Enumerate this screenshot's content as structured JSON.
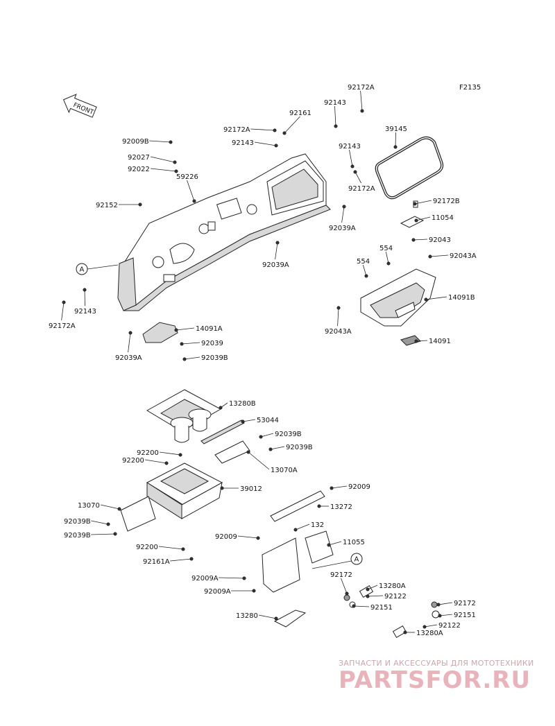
{
  "figure_code": "F2135",
  "front_label": "FRONT",
  "callouts": [
    {
      "id": "c1",
      "text": "92172A"
    },
    {
      "id": "c2",
      "text": "92143"
    },
    {
      "id": "c3",
      "text": "92161"
    },
    {
      "id": "c4",
      "text": "92172A"
    },
    {
      "id": "c5",
      "text": "92143"
    },
    {
      "id": "c6",
      "text": "39145"
    },
    {
      "id": "c7",
      "text": "92009B"
    },
    {
      "id": "c8",
      "text": "92027"
    },
    {
      "id": "c9",
      "text": "92022"
    },
    {
      "id": "c10",
      "text": "59226"
    },
    {
      "id": "c11",
      "text": "92143"
    },
    {
      "id": "c12",
      "text": "92172A"
    },
    {
      "id": "c13",
      "text": "92152"
    },
    {
      "id": "c14",
      "text": "92172B"
    },
    {
      "id": "c15",
      "text": "11054"
    },
    {
      "id": "c16",
      "text": "92039A"
    },
    {
      "id": "c17",
      "text": "92043"
    },
    {
      "id": "c18",
      "text": "554"
    },
    {
      "id": "c19",
      "text": "92039A"
    },
    {
      "id": "c20",
      "text": "92043A"
    },
    {
      "id": "c21",
      "text": "554"
    },
    {
      "id": "c22",
      "text": "92143"
    },
    {
      "id": "c23",
      "text": "14091B"
    },
    {
      "id": "c24",
      "text": "92172A"
    },
    {
      "id": "c25",
      "text": "14091A"
    },
    {
      "id": "c26",
      "text": "92043A"
    },
    {
      "id": "c27",
      "text": "92039"
    },
    {
      "id": "c28",
      "text": "14091"
    },
    {
      "id": "c29",
      "text": "92039A"
    },
    {
      "id": "c30",
      "text": "92039B"
    },
    {
      "id": "c31",
      "text": "13280B"
    },
    {
      "id": "c32",
      "text": "53044"
    },
    {
      "id": "c33",
      "text": "92039B"
    },
    {
      "id": "c34",
      "text": "92200"
    },
    {
      "id": "c35",
      "text": "92039B"
    },
    {
      "id": "c36",
      "text": "92200"
    },
    {
      "id": "c37",
      "text": "13070A"
    },
    {
      "id": "c38",
      "text": "39012"
    },
    {
      "id": "c39",
      "text": "92009"
    },
    {
      "id": "c40",
      "text": "13070"
    },
    {
      "id": "c41",
      "text": "13272"
    },
    {
      "id": "c42",
      "text": "92039B"
    },
    {
      "id": "c43",
      "text": "132"
    },
    {
      "id": "c44",
      "text": "92039B"
    },
    {
      "id": "c45",
      "text": "92009"
    },
    {
      "id": "c46",
      "text": "11055"
    },
    {
      "id": "c47",
      "text": "92200"
    },
    {
      "id": "c48",
      "text": "92161A"
    },
    {
      "id": "c49",
      "text": "92172"
    },
    {
      "id": "c50",
      "text": "13280A"
    },
    {
      "id": "c51",
      "text": "92009A"
    },
    {
      "id": "c52",
      "text": "92122"
    },
    {
      "id": "c53",
      "text": "92009A"
    },
    {
      "id": "c54",
      "text": "92151"
    },
    {
      "id": "c55",
      "text": "92172"
    },
    {
      "id": "c56",
      "text": "13280"
    },
    {
      "id": "c57",
      "text": "92151"
    },
    {
      "id": "c58",
      "text": "92122"
    },
    {
      "id": "c59",
      "text": "13280A"
    }
  ],
  "ref_marks": [
    {
      "id": "r1",
      "text": "A"
    },
    {
      "id": "r2",
      "text": "A"
    }
  ],
  "watermark": {
    "tagline": "ЗАПЧАСТИ И АКСЕССУАРЫ ДЛЯ МОТОТЕХНИКИ",
    "logo": "PARTSFOR.RU",
    "color": "#e9b3bb"
  }
}
